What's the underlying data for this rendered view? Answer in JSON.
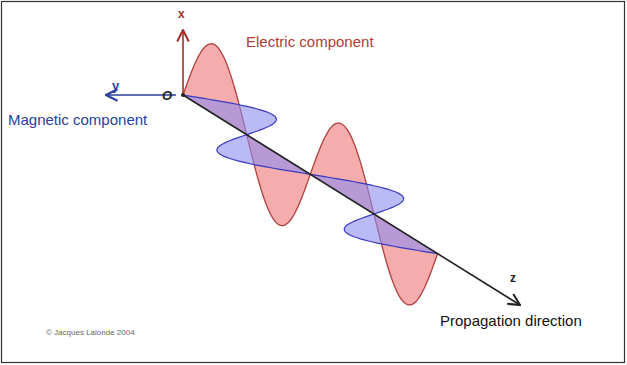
{
  "diagram": {
    "labels": [
      "Electric component",
      "x",
      "O",
      "y",
      "Magnetic component",
      "z",
      "Propagation direction",
      "© Jacques Lalonde 2004"
    ]
  }
}
